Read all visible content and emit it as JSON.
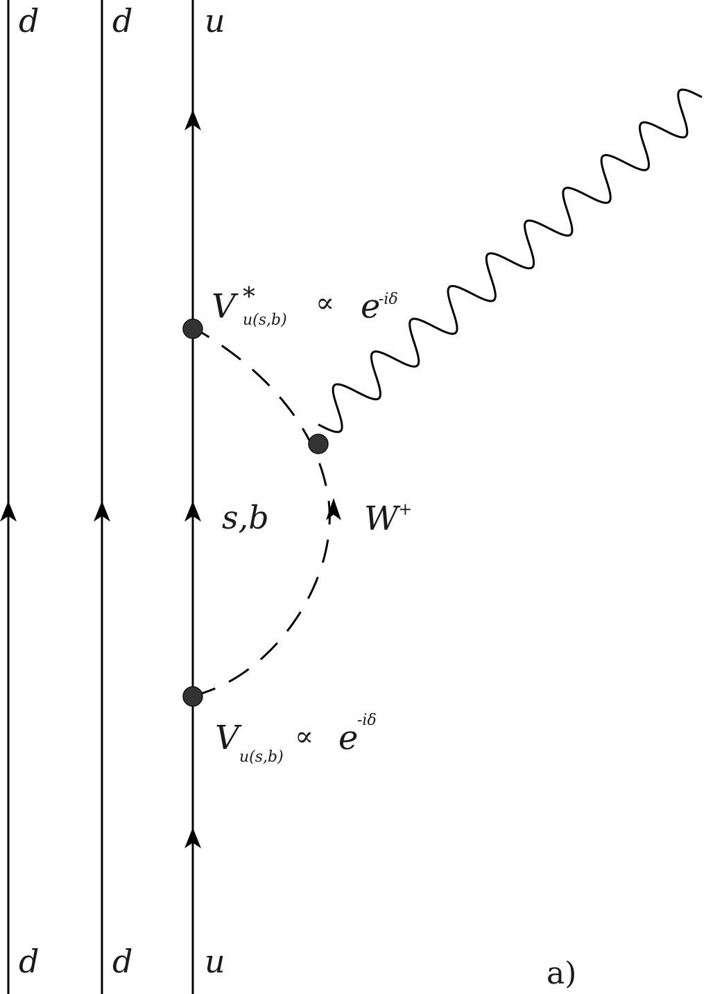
{
  "quarks": {
    "line1": {
      "top": "d",
      "bottom": "d"
    },
    "line2": {
      "top": "d",
      "bottom": "d"
    },
    "line3": {
      "top": "u",
      "bottom": "u"
    }
  },
  "loop": {
    "internal_quark": "s,b",
    "boson_base": "W",
    "boson_sup": "+"
  },
  "vertices": {
    "upper": {
      "base": "V",
      "star": "*",
      "sub": "u(s,b)",
      "prop": "∝",
      "e": "e",
      "sup": "-iδ"
    },
    "lower": {
      "base": "V",
      "sub": "u(s,b)",
      "prop": "∝",
      "e": "e",
      "sup": "-iδ"
    }
  },
  "panel_label": "a)"
}
